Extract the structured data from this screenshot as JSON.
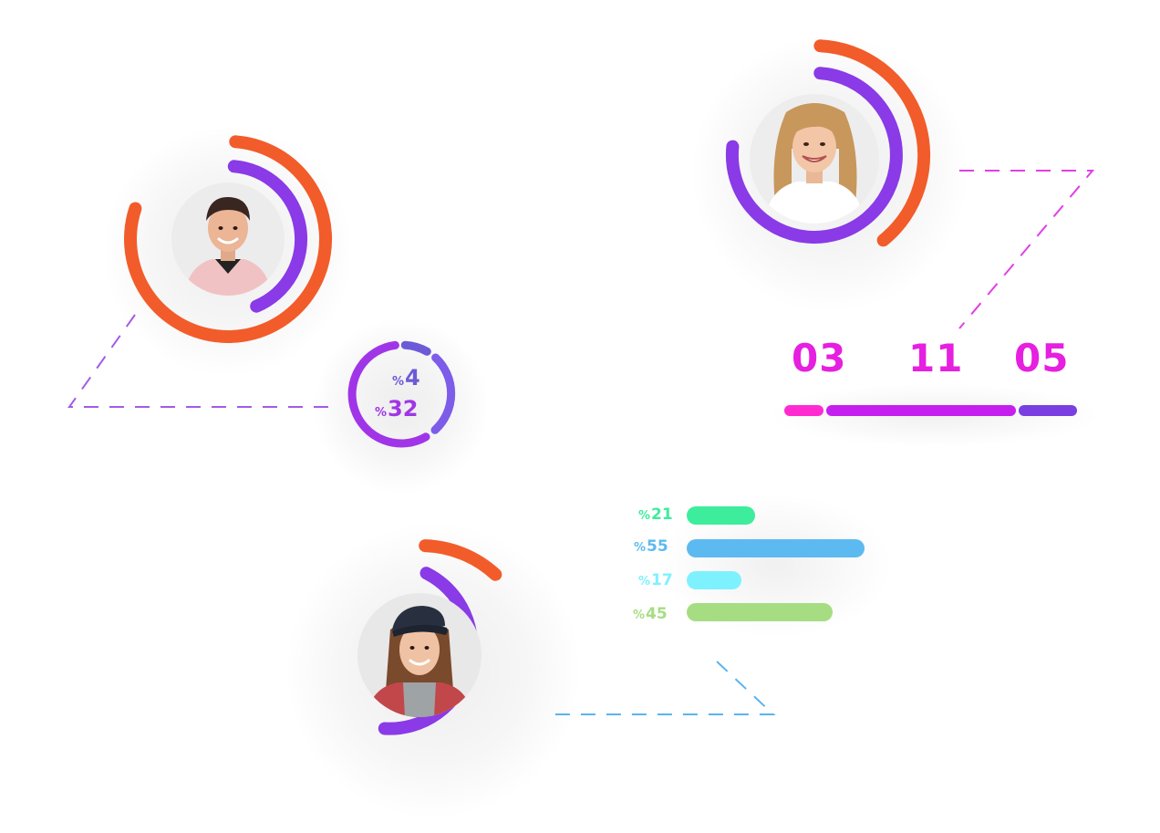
{
  "donut": {
    "values": [
      {
        "symbol": "%",
        "value": "4",
        "color": "#6b5bd6"
      },
      {
        "symbol": "%",
        "value": "32",
        "color": "#a035e8"
      }
    ]
  },
  "stats": {
    "numbers": [
      "03",
      "11",
      "05"
    ],
    "segment_colors": [
      "#ff2bd1",
      "#c51ff0",
      "#7a3fe0"
    ]
  },
  "bars": [
    {
      "symbol": "%",
      "value": "21",
      "percent": 21,
      "color": "#3ded9c"
    },
    {
      "symbol": "%",
      "value": "55",
      "percent": 55,
      "color": "#5dbaf0"
    },
    {
      "symbol": "%",
      "value": "17",
      "percent": 17,
      "color": "#7ef1ff"
    },
    {
      "symbol": "%",
      "value": "45",
      "percent": 45,
      "color": "#a6dd82"
    }
  ],
  "colors": {
    "orange": "#f25c2a",
    "purple": "#8a3ae6",
    "dash_purple": "#a35be6",
    "dash_magenta": "#e040e6",
    "dash_blue": "#5ab4ee"
  },
  "icons": [
    "boy-avatar",
    "girl-avatar",
    "teen-girl-avatar"
  ]
}
